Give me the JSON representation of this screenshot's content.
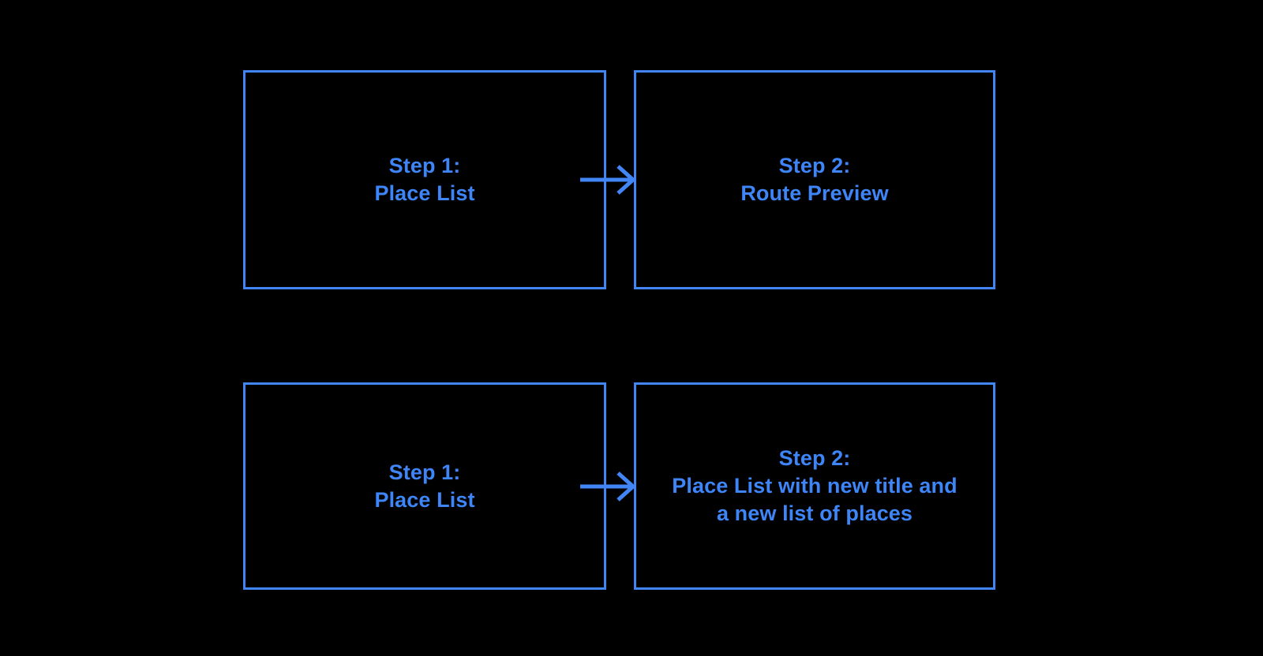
{
  "canvas": {
    "background_color": "#000000",
    "stroke_color": "#4285F4",
    "text_color": "#3E85F7"
  },
  "chart_data": {
    "type": "diagram",
    "title": "",
    "layout": "two-row flow diagram, each row: box -> arrow -> box",
    "rows": [
      {
        "id": "flow-route-preview",
        "nodes": [
          {
            "id": "n1",
            "label": "Step 1:\nPlace List"
          },
          {
            "id": "n2",
            "label": "Step 2:\nRoute Preview"
          }
        ],
        "edges": [
          {
            "from": "n1",
            "to": "n2",
            "label": "",
            "style": "solid-arrow"
          }
        ]
      },
      {
        "id": "flow-new-place-list",
        "nodes": [
          {
            "id": "n3",
            "label": "Step 1:\nPlace List"
          },
          {
            "id": "n4",
            "label": "Step 2:\nPlace List with new title and\na new list of places"
          }
        ],
        "edges": [
          {
            "from": "n3",
            "to": "n4",
            "label": "",
            "style": "solid-arrow"
          }
        ]
      }
    ]
  }
}
